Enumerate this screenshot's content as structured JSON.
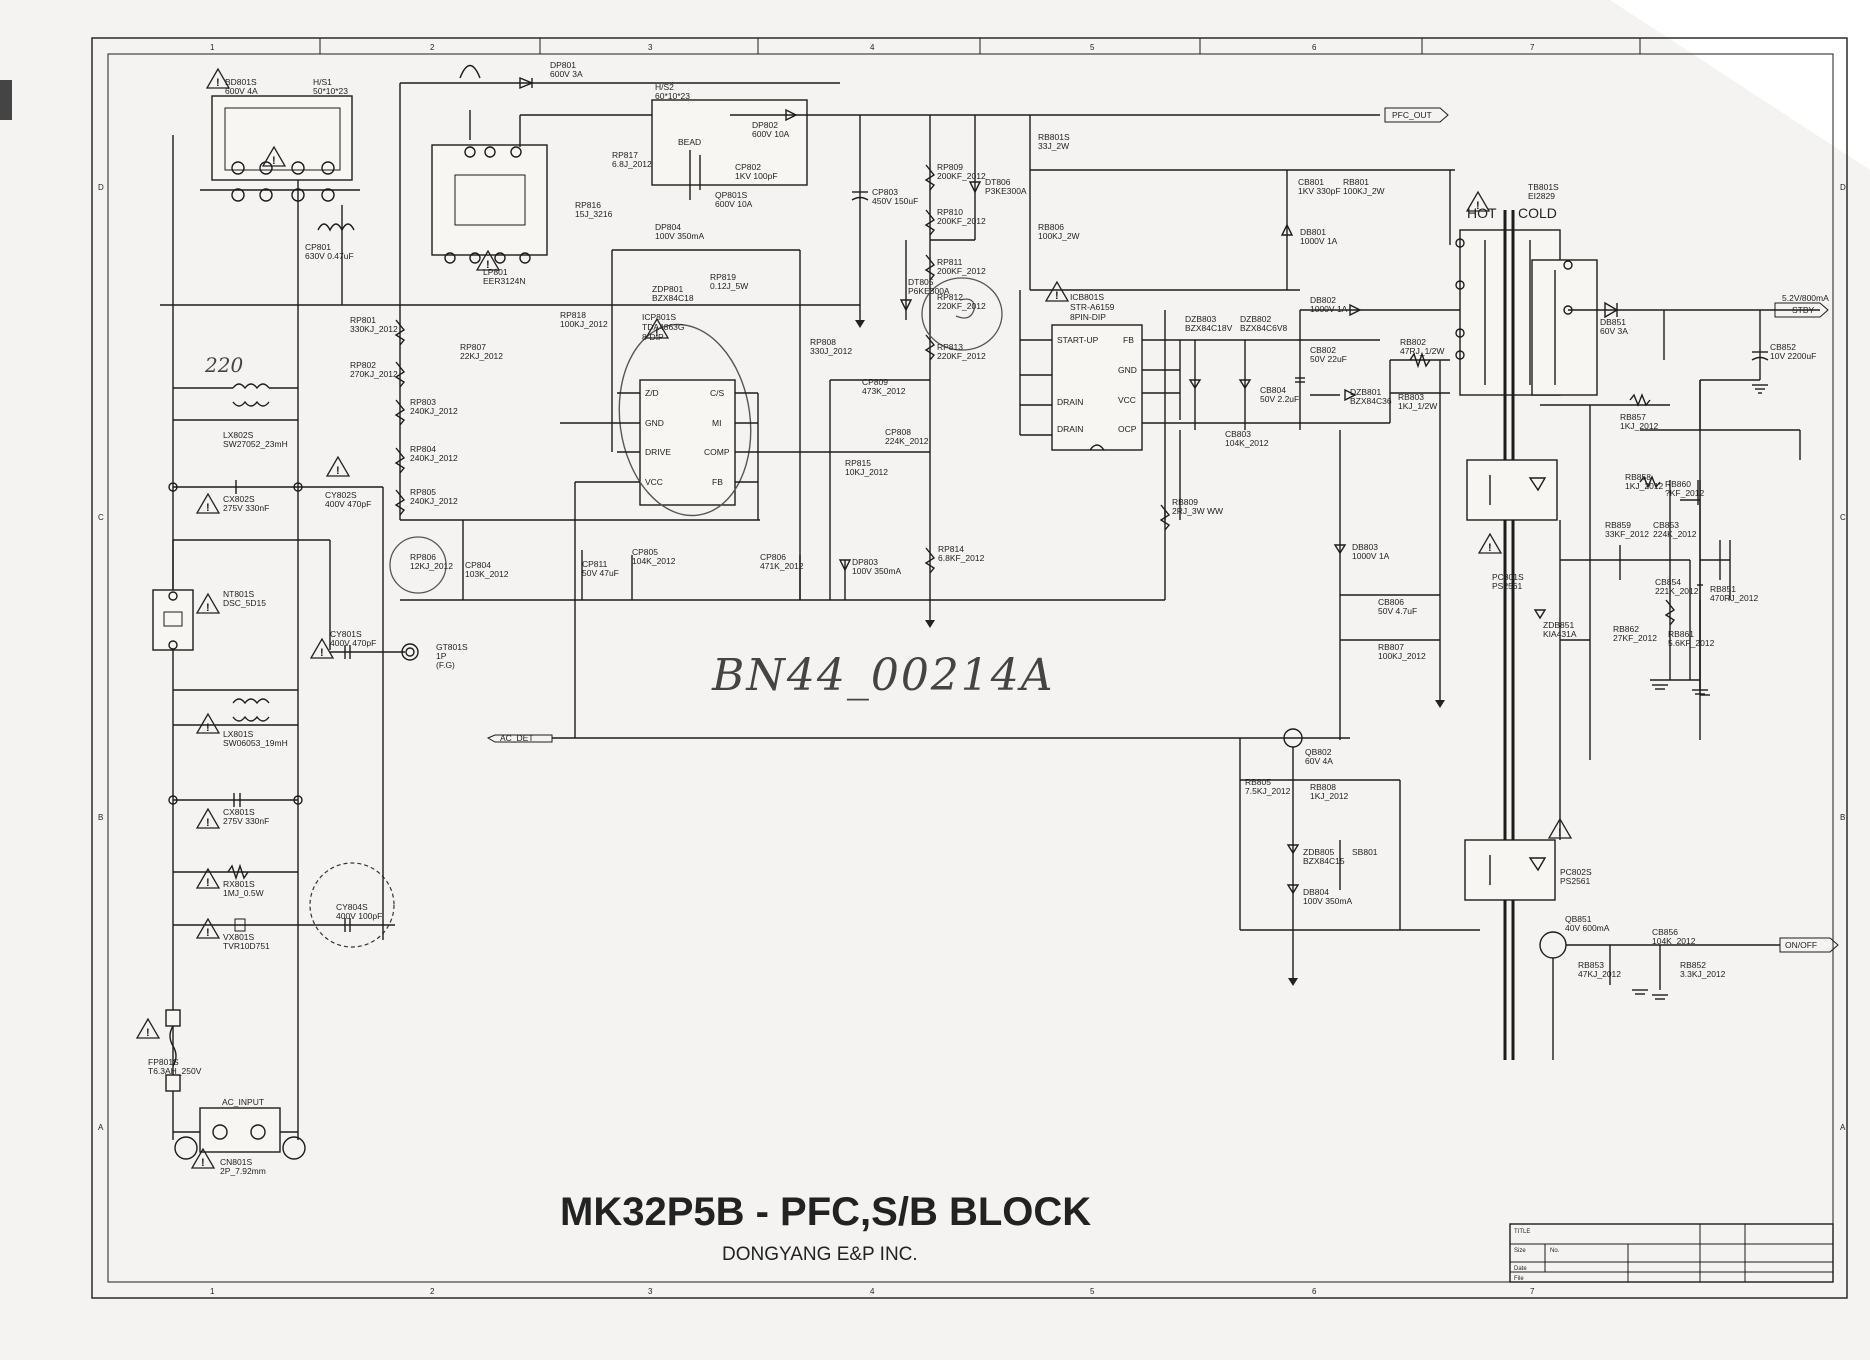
{
  "title": {
    "main": "MK32P5B - PFC,S/B BLOCK",
    "company": "DONGYANG E&P INC."
  },
  "handwritten": {
    "part_number": "BN44_00214A",
    "note_220": "220"
  },
  "grid": {
    "columns": [
      "1",
      "2",
      "3",
      "4",
      "5",
      "6",
      "7"
    ],
    "rows": [
      "D",
      "C",
      "B",
      "A"
    ]
  },
  "hot_cold": {
    "hot": "HOT",
    "cold": "COLD"
  },
  "ics": [
    {
      "ref": "ICP801S",
      "part": "TDA4863G",
      "pkg": "8-DIP",
      "pins": [
        "Z/D",
        "GND",
        "DRIVE",
        "VCC",
        "C/S",
        "MI",
        "COMP",
        "FB"
      ]
    },
    {
      "ref": "ICB801S",
      "part": "STR-A6159",
      "pkg": "8PIN-DIP",
      "pins": [
        "START-UP",
        "DRAIN",
        "DRAIN",
        "FB",
        "GND",
        "VCC",
        "OCP"
      ]
    }
  ],
  "components": [
    {
      "id": "bd801s",
      "text": "BD801S\n600V 4A"
    },
    {
      "id": "hs1",
      "text": "H/S1\n50*10*23"
    },
    {
      "id": "cp801",
      "text": "CP801\n630V 0.47uF"
    },
    {
      "id": "lp801",
      "text": "LP801\nEER3124N"
    },
    {
      "id": "dp801",
      "text": "DP801\n600V 3A"
    },
    {
      "id": "hs2",
      "text": "H/S2\n60*10*23"
    },
    {
      "id": "bead",
      "text": "BEAD"
    },
    {
      "id": "dp802",
      "text": "DP802\n600V 10A"
    },
    {
      "id": "cp802",
      "text": "CP802\n1KV 100pF"
    },
    {
      "id": "qp801s",
      "text": "QP801S\n600V 10A"
    },
    {
      "id": "rp817",
      "text": "RP817\n6.8J_2012"
    },
    {
      "id": "rp816",
      "text": "RP816\n15J_3216"
    },
    {
      "id": "dp804",
      "text": "DP804\n100V 350mA"
    },
    {
      "id": "zdp801",
      "text": "ZDP801\nBZX84C18"
    },
    {
      "id": "rp819",
      "text": "RP819\n0.12J_5W"
    },
    {
      "id": "cp803",
      "text": "CP803\n450V 150uF"
    },
    {
      "id": "rp809",
      "text": "RP809\n200KF_2012"
    },
    {
      "id": "rp810",
      "text": "RP810\n200KF_2012"
    },
    {
      "id": "rp811",
      "text": "RP811\n200KF_2012"
    },
    {
      "id": "dt806",
      "text": "DT806\nP3KE300A"
    },
    {
      "id": "dt805",
      "text": "DT805\nP6KE300A"
    },
    {
      "id": "rp812",
      "text": "RP812\n220KF_2012"
    },
    {
      "id": "rp813",
      "text": "RP813\n220KF_2012"
    },
    {
      "id": "rb801s",
      "text": "RB801S\n33J_2W"
    },
    {
      "id": "rb806",
      "text": "RB806\n100KJ_2W"
    },
    {
      "id": "cb801",
      "text": "CB801\n1KV 330pF"
    },
    {
      "id": "rb801",
      "text": "RB801\n100KJ_2W"
    },
    {
      "id": "db801",
      "text": "DB801\n1000V 1A"
    },
    {
      "id": "tb801s",
      "text": "TB801S\nEI2829"
    },
    {
      "id": "db851",
      "text": "DB851\n60V 3A"
    },
    {
      "id": "cb852",
      "text": "CB852\n10V 2200uF"
    },
    {
      "id": "out_5v",
      "text": "5.2V/800mA"
    },
    {
      "id": "rp801",
      "text": "RP801\n330KJ_2012"
    },
    {
      "id": "rp802",
      "text": "RP802\n270KJ_2012"
    },
    {
      "id": "rp803",
      "text": "RP803\n240KJ_2012"
    },
    {
      "id": "rp804",
      "text": "RP804\n240KJ_2012"
    },
    {
      "id": "rp805",
      "text": "RP805\n240KJ_2012"
    },
    {
      "id": "rp806",
      "text": "RP806\n12KJ_2012"
    },
    {
      "id": "cp804",
      "text": "CP804\n103K_2012"
    },
    {
      "id": "rp807",
      "text": "RP807\n22KJ_2012"
    },
    {
      "id": "rp818",
      "text": "RP818\n100KJ_2012"
    },
    {
      "id": "rp808",
      "text": "RP808\n330J_2012"
    },
    {
      "id": "cp809",
      "text": "CP809\n473K_2012"
    },
    {
      "id": "cp808",
      "text": "CP808\n224K_2012"
    },
    {
      "id": "rp815",
      "text": "RP815\n10KJ_2012"
    },
    {
      "id": "rp814",
      "text": "RP814\n6.8KF_2012"
    },
    {
      "id": "cp811",
      "text": "CP811\n50V 47uF"
    },
    {
      "id": "cp805",
      "text": "CP805\n104K_2012"
    },
    {
      "id": "cp806",
      "text": "CP806\n471K_2012"
    },
    {
      "id": "dp803",
      "text": "DP803\n100V 350mA"
    },
    {
      "id": "lx802s",
      "text": "LX802S\nSW27052_23mH"
    },
    {
      "id": "cx802s",
      "text": "CX802S\n275V 330nF"
    },
    {
      "id": "cy802s",
      "text": "CY802S\n400V 470pF"
    },
    {
      "id": "nt801s",
      "text": "NT801S\nDSC_5D15"
    },
    {
      "id": "cy801s",
      "text": "CY801S\n400V 470pF"
    },
    {
      "id": "gt801s",
      "text": "GT801S\n1P\n(F.G)"
    },
    {
      "id": "lx801s",
      "text": "LX801S\nSW06053_19mH"
    },
    {
      "id": "cx801s",
      "text": "CX801S\n275V 330nF"
    },
    {
      "id": "rx801s",
      "text": "RX801S\n1MJ_0.5W"
    },
    {
      "id": "vx801s",
      "text": "VX801S\nTVR10D751"
    },
    {
      "id": "cy804s",
      "text": "CY804S\n400V 100pF"
    },
    {
      "id": "fp801s",
      "text": "FP801S\nT6.3AH_250V"
    },
    {
      "id": "ac_input",
      "text": "AC_INPUT"
    },
    {
      "id": "cn801s",
      "text": "CN801S\n2P_7.92mm"
    },
    {
      "id": "dzb803",
      "text": "DZB803\nBZX84C18V"
    },
    {
      "id": "dzb802",
      "text": "DZB802\nBZX84C6V8"
    },
    {
      "id": "db802",
      "text": "DB802\n1000V 1A"
    },
    {
      "id": "cb804",
      "text": "CB804\n50V 2.2uF"
    },
    {
      "id": "cb802",
      "text": "CB802\n50V 22uF"
    },
    {
      "id": "dzb801",
      "text": "DZB801\nBZX84C36"
    },
    {
      "id": "rb802",
      "text": "RB802\n47RJ_1/2W"
    },
    {
      "id": "rb803",
      "text": "RB803\n1KJ_1/2W"
    },
    {
      "id": "cb803",
      "text": "CB803\n104K_2012"
    },
    {
      "id": "rb809",
      "text": "RB809\n2RJ_3W WW"
    },
    {
      "id": "db803",
      "text": "DB803\n1000V 1A"
    },
    {
      "id": "cb806",
      "text": "CB806\n50V 4.7uF"
    },
    {
      "id": "rb807",
      "text": "RB807\n100KJ_2012"
    },
    {
      "id": "pc801s",
      "text": "PC801S\nPS2561"
    },
    {
      "id": "rb857",
      "text": "RB857\n1KJ_2012"
    },
    {
      "id": "rb858",
      "text": "RB858\n1KJ_2012"
    },
    {
      "id": "rb860",
      "text": "RB860\n?KF_2012"
    },
    {
      "id": "rb859",
      "text": "RB859\n33KF_2012"
    },
    {
      "id": "cb853",
      "text": "CB853\n224K_2012"
    },
    {
      "id": "cb854",
      "text": "CB854\n221K_2012"
    },
    {
      "id": "zdb851",
      "text": "ZDB851\nKIA431A"
    },
    {
      "id": "rb862",
      "text": "RB862\n27KF_2012"
    },
    {
      "id": "rb861",
      "text": "RB861\n5.6KF_2012"
    },
    {
      "id": "rb851",
      "text": "RB851\n470RJ_2012"
    },
    {
      "id": "qb802",
      "text": "QB802\n60V 4A"
    },
    {
      "id": "rb805",
      "text": "RB805\n7.5KJ_2012"
    },
    {
      "id": "rb808",
      "text": "RB808\n1KJ_2012"
    },
    {
      "id": "zdb805",
      "text": "ZDB805\nBZX84C15"
    },
    {
      "id": "sb801",
      "text": "SB801"
    },
    {
      "id": "db804",
      "text": "DB804\n100V 350mA"
    },
    {
      "id": "pc802s",
      "text": "PC802S\nPS2561"
    },
    {
      "id": "qb851",
      "text": "QB851\n40V 600mA"
    },
    {
      "id": "cb856",
      "text": "CB856\n104K_2012"
    },
    {
      "id": "rb853",
      "text": "RB853\n47KJ_2012"
    },
    {
      "id": "rb852",
      "text": "RB852\n3.3KJ_2012"
    }
  ],
  "net_labels": {
    "top_right": "PFC_OUT",
    "stby": "STBY",
    "left_mid": "AC_DET",
    "on_off": "ON/OFF"
  },
  "title_block": {
    "title": "TITLE",
    "size": "Size",
    "no": "No.",
    "date": "Date",
    "file": "File"
  }
}
